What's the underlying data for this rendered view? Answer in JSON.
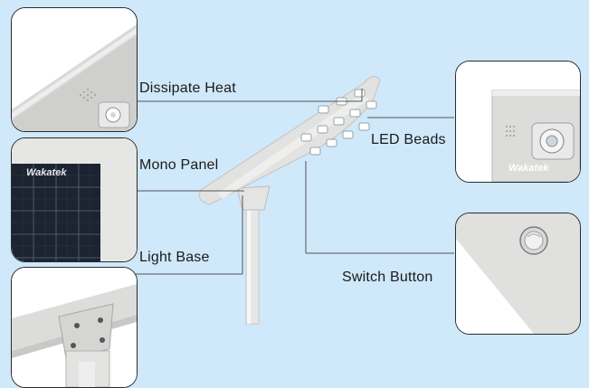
{
  "labels": {
    "dissipate_heat": "Dissipate Heat",
    "mono_panel": "Mono Panel",
    "light_base": "Light Base",
    "led_beads": "LED Beads",
    "switch_button": "Switch Button"
  },
  "brand": {
    "name": "Wakatek"
  },
  "colors": {
    "background": "#cfe8fa",
    "housing": "#dedfdd",
    "solar_cell": "#1c2331",
    "leader_line": "#555555"
  }
}
